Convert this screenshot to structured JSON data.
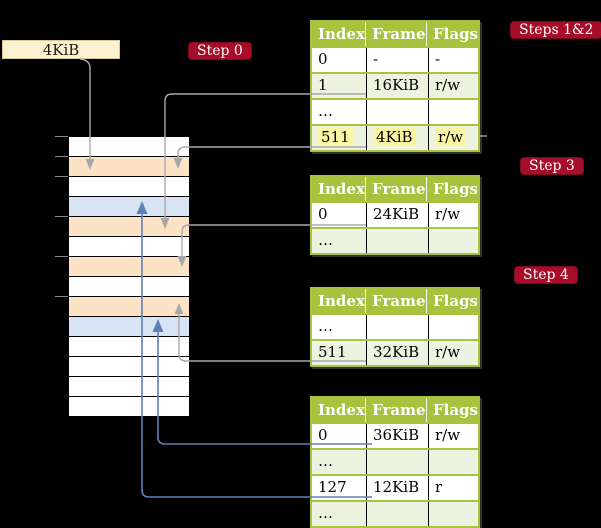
{
  "colors": {
    "background": "#000000",
    "badge_bg": "#a50d28",
    "badge_text": "#ffffff",
    "header_bg": "#a7c23d",
    "row_alt_bg": "#eef3e0",
    "row_white_bg": "#ffffff",
    "highlight_bg": "#fcf6a4",
    "frame_box_bg": "#fdf2d0",
    "frame_table_bg": "#fde3c6",
    "frame_page_bg": "#d8e4f4",
    "arrow_gray": "#a8a8a8",
    "arrow_blue": "#5e81b5"
  },
  "source_box": {
    "label": "4KiB"
  },
  "badges": [
    {
      "id": "step0",
      "label": "Step 0"
    },
    {
      "id": "steps12",
      "label": "Steps 1&2"
    },
    {
      "id": "step3",
      "label": "Step 3"
    },
    {
      "id": "step4",
      "label": "Step 4"
    }
  ],
  "memory": {
    "rows": [
      {
        "kind": "plain"
      },
      {
        "kind": "table"
      },
      {
        "kind": "plain"
      },
      {
        "kind": "page"
      },
      {
        "kind": "table"
      },
      {
        "kind": "plain"
      },
      {
        "kind": "table"
      },
      {
        "kind": "plain"
      },
      {
        "kind": "table"
      },
      {
        "kind": "page"
      },
      {
        "kind": "plain"
      },
      {
        "kind": "plain"
      },
      {
        "kind": "plain"
      },
      {
        "kind": "plain"
      }
    ]
  },
  "tables": [
    {
      "id": "table-steps-1-2",
      "headers": [
        "Index",
        "Frame",
        "Flags"
      ],
      "rows": [
        {
          "cells": [
            "0",
            "-",
            "-"
          ],
          "shaded": false,
          "highlight": false
        },
        {
          "cells": [
            "1",
            "16KiB",
            "r/w"
          ],
          "shaded": true,
          "highlight": false
        },
        {
          "cells": [
            "…",
            "",
            ""
          ],
          "shaded": false,
          "highlight": false
        },
        {
          "cells": [
            "511",
            "4KiB",
            "r/w"
          ],
          "shaded": true,
          "highlight": true
        }
      ]
    },
    {
      "id": "table-step-3",
      "headers": [
        "Index",
        "Frame",
        "Flags"
      ],
      "rows": [
        {
          "cells": [
            "0",
            "24KiB",
            "r/w"
          ],
          "shaded": false,
          "highlight": false
        },
        {
          "cells": [
            "…",
            "",
            ""
          ],
          "shaded": true,
          "highlight": false
        }
      ]
    },
    {
      "id": "table-step-4",
      "headers": [
        "Index",
        "Frame",
        "Flags"
      ],
      "rows": [
        {
          "cells": [
            "…",
            "",
            ""
          ],
          "shaded": false,
          "highlight": false
        },
        {
          "cells": [
            "511",
            "32KiB",
            "r/w"
          ],
          "shaded": true,
          "highlight": false
        }
      ]
    },
    {
      "id": "table-last-level",
      "headers": [
        "Index",
        "Frame",
        "Flags"
      ],
      "rows": [
        {
          "cells": [
            "0",
            "36KiB",
            "r/w"
          ],
          "shaded": false,
          "highlight": false
        },
        {
          "cells": [
            "…",
            "",
            ""
          ],
          "shaded": true,
          "highlight": false
        },
        {
          "cells": [
            "127",
            "12KiB",
            "r"
          ],
          "shaded": false,
          "highlight": false
        },
        {
          "cells": [
            "…",
            "",
            ""
          ],
          "shaded": true,
          "highlight": false
        }
      ]
    }
  ],
  "arrows": [
    {
      "from": "4KiB-box",
      "to": "frame-4KiB",
      "color": "gray"
    },
    {
      "from": "table-steps-1-2-entry-1",
      "to": "frame-16KiB",
      "color": "gray"
    },
    {
      "from": "table-steps-1-2-entry-511",
      "to": "frame-4KiB",
      "color": "gray"
    },
    {
      "from": "table-step-3-entry-0",
      "to": "frame-24KiB",
      "color": "gray"
    },
    {
      "from": "table-step-4-entry-511",
      "to": "frame-32KiB",
      "color": "gray"
    },
    {
      "from": "table-last-level-entry-0",
      "to": "frame-36KiB",
      "color": "blue"
    },
    {
      "from": "table-last-level-entry-127",
      "to": "frame-12KiB",
      "color": "blue"
    }
  ]
}
